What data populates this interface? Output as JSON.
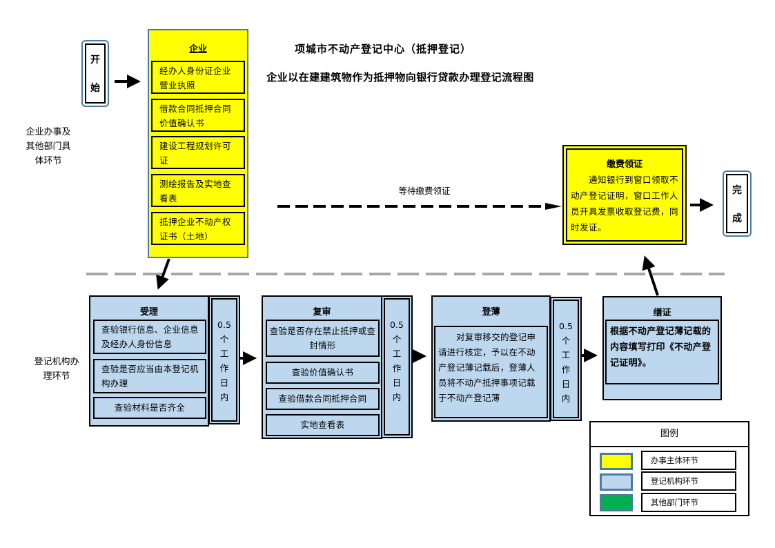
{
  "header": {
    "title": "项城市不动产登记中心（抵押登记）",
    "subtitle": "企业以在建建筑物作为抵押物向银行贷款办理登记流程图"
  },
  "lanes": {
    "top_label": "企业办事及其他部门具体环节",
    "top_label_lines": [
      "企业办事及",
      "其他部门具",
      "体环节"
    ],
    "bottom_label_lines": [
      "登记机构办",
      "理环节"
    ]
  },
  "start": {
    "chars": [
      "开",
      "始"
    ]
  },
  "end": {
    "chars": [
      "完",
      "成"
    ]
  },
  "enterprise": {
    "title": "企业",
    "items": [
      [
        "经办人身份证企业",
        "营业执照"
      ],
      [
        "借款合同抵押合同",
        "价值确认书"
      ],
      [
        "建设工程规划许可",
        "证"
      ],
      [
        "测绘报告及实地查",
        "看表"
      ],
      [
        "抵押企业不动产权",
        "证书（土地）"
      ]
    ]
  },
  "wait_label": "等待缴费领证",
  "payment": {
    "title": "缴费领证",
    "text": "通知银行到窗口领取不动产登记证明，窗口工作人员开具发票收取登记费，同时发证。"
  },
  "stages": [
    {
      "title": "受理",
      "items": [
        "查验银行信息、企业信息及经办人身份信息",
        "查验是否应当由本登记机构办理",
        "查验材料是否齐全"
      ],
      "time": [
        "0.5",
        "个",
        "工",
        "作",
        "日",
        "内"
      ]
    },
    {
      "title": "复审",
      "items": [
        "查验是否存在禁止抵押或查封情形",
        "查验价值确认书",
        "查验借款合同抵押合同",
        "实地查看表"
      ],
      "time": [
        "0.5",
        "个",
        "工",
        "作",
        "日",
        "内"
      ]
    },
    {
      "title": "登薄",
      "text": "对复审移交的登记申请进行核定，予以在不动产登记薄记载后，登薄人员将不动产抵押事项记载于不动产登记薄",
      "time": [
        "0.5",
        "个",
        "工",
        "作",
        "日",
        "内"
      ]
    },
    {
      "title": "缮证",
      "text": "根据不动产登记薄记载的内容填写打印《不动产登记证明》。"
    }
  ],
  "legend": {
    "title": "图例",
    "items": [
      {
        "label": "办事主体环节",
        "color": "#ffff00"
      },
      {
        "label": "登记机构环节",
        "color": "#bdd7ee"
      },
      {
        "label": "其他部门环节",
        "color": "#00b050"
      }
    ]
  },
  "colors": {
    "enterprise": "#ffff00",
    "registry": "#bdd7ee",
    "other": "#00b050",
    "border_blue": "#4a7aa6",
    "divider_gray": "#a6a6a6"
  }
}
